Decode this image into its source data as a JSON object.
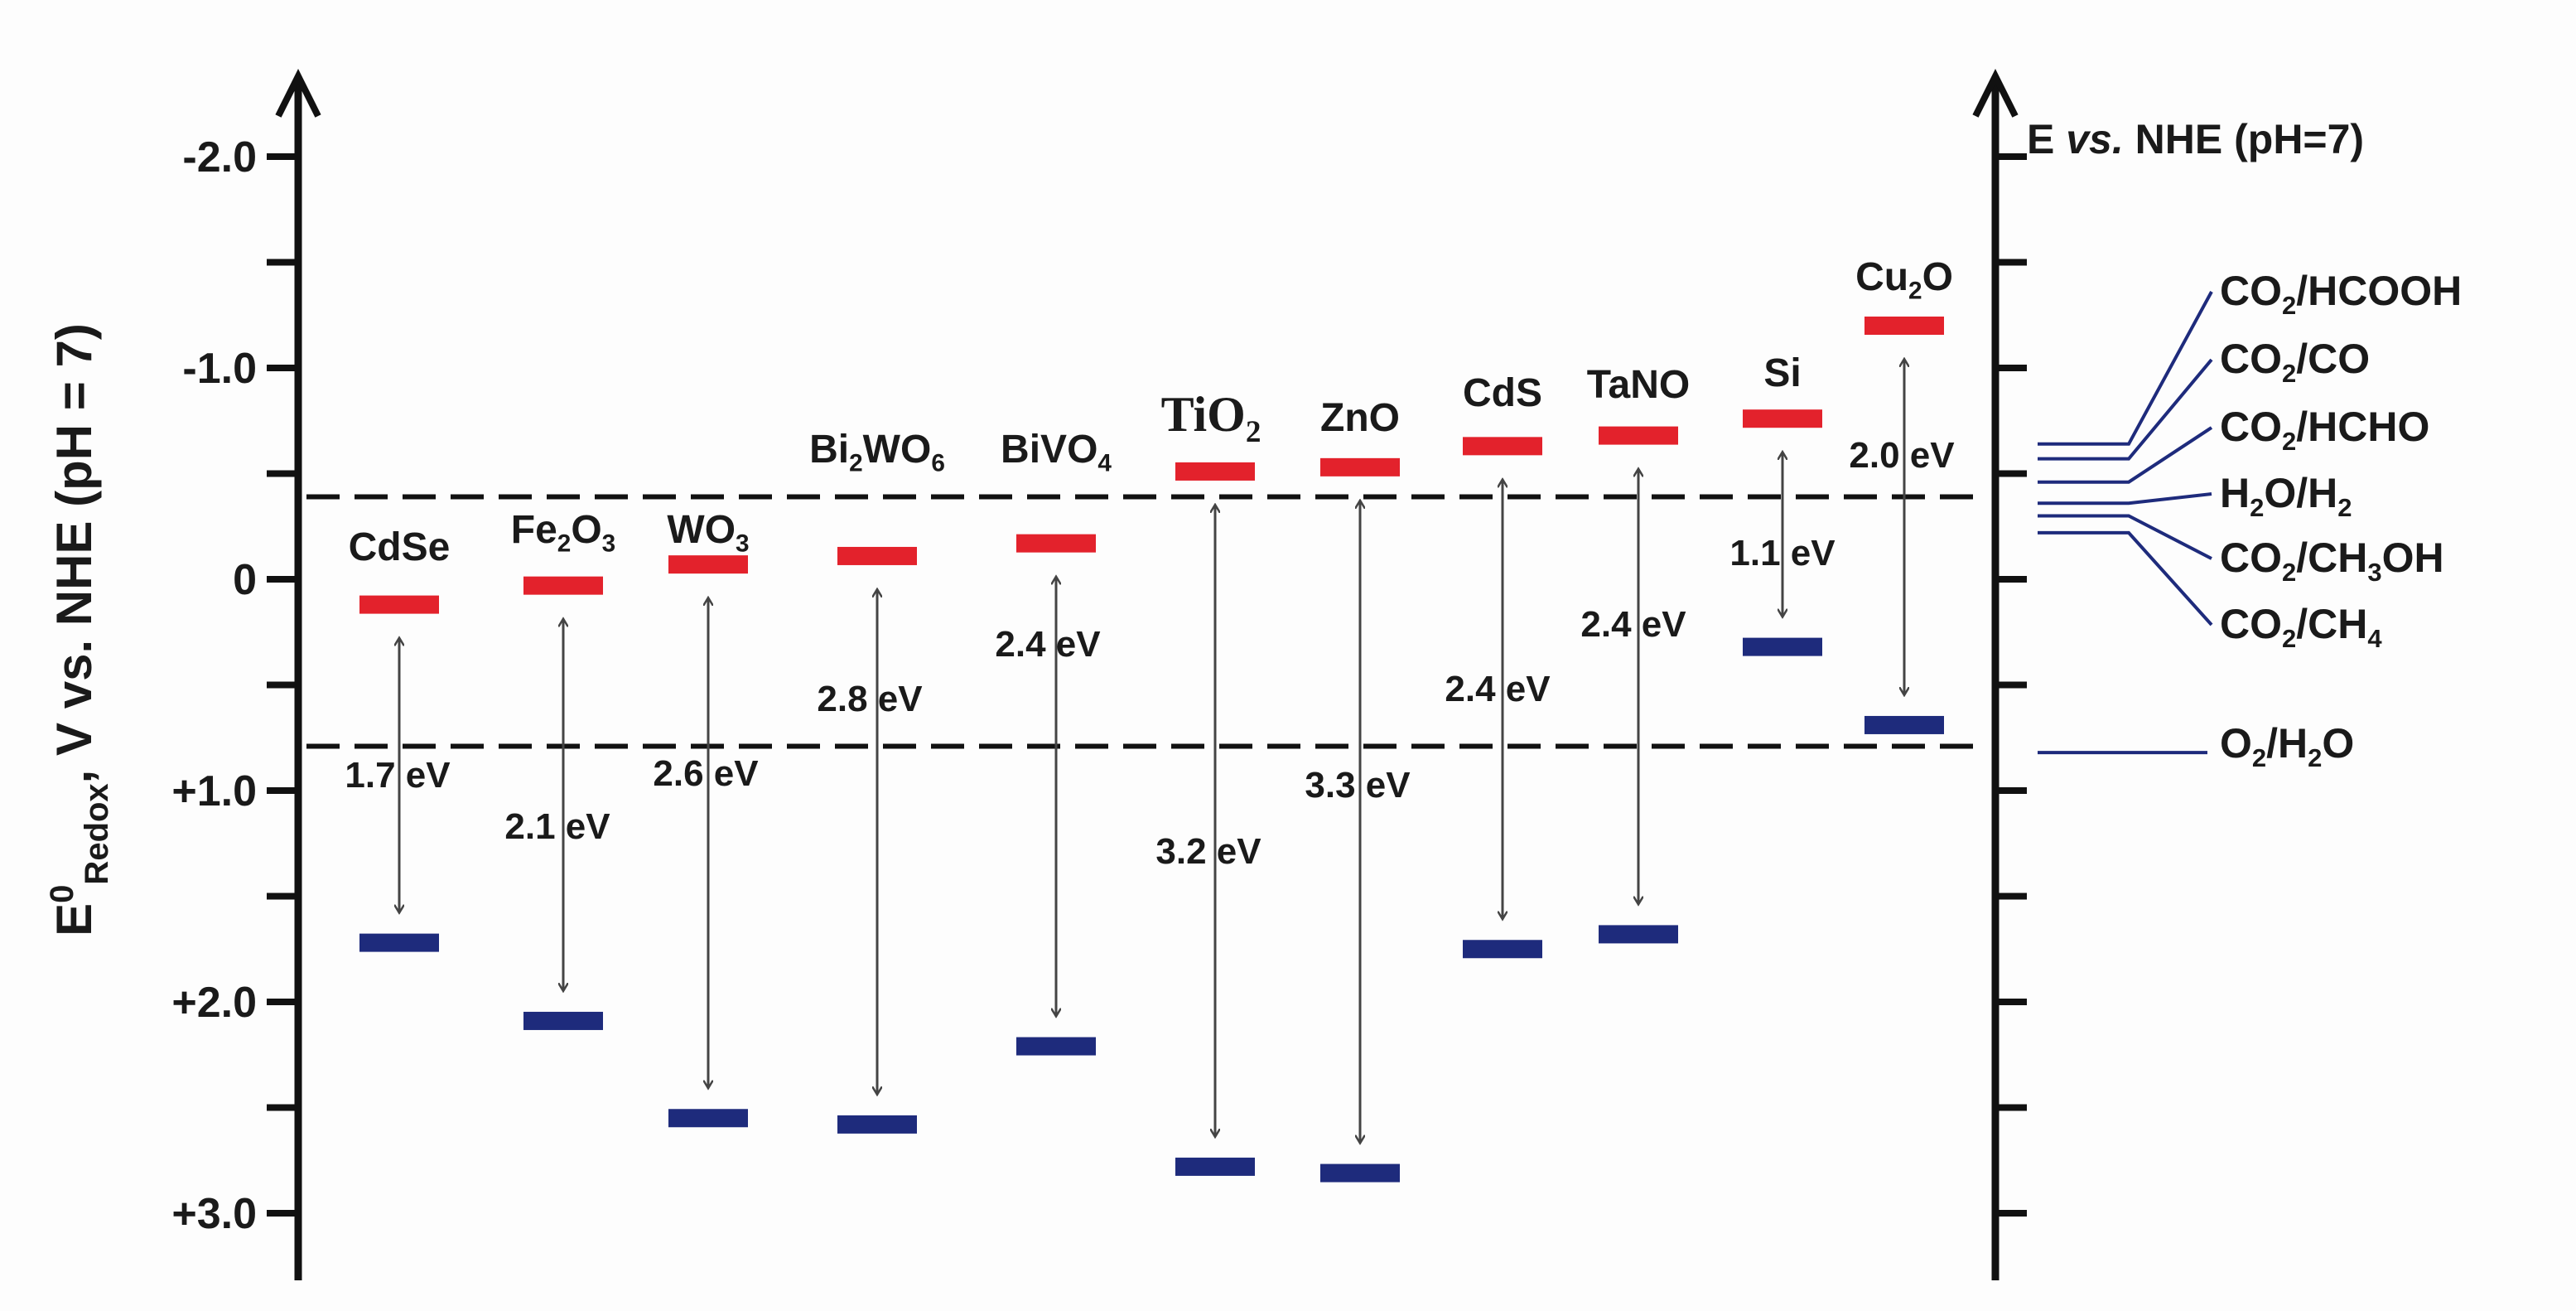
{
  "chart_data": {
    "type": "band-diagram",
    "ylabel": "E0Redox, V vs. NHE (pH = 7)",
    "ylabel_parts": {
      "main": "E",
      "sup": "0",
      "sub": "Redox",
      "rest": ", V vs. NHE (pH = 7)"
    },
    "right_axis_title": "E vs. NHE (pH=7)",
    "ylim": [
      -2.4,
      3.4
    ],
    "y_inverted": true,
    "yticks": [
      {
        "value": -2.0,
        "label": "-2.0"
      },
      {
        "value": -1.0,
        "label": "-1.0"
      },
      {
        "value": 0,
        "label": "0"
      },
      {
        "value": 1.0,
        "label": "+1.0"
      },
      {
        "value": 2.0,
        "label": "+2.0"
      },
      {
        "value": 3.0,
        "label": "+3.0"
      }
    ],
    "minor_tick_step": 0.5,
    "colors": {
      "conduction_band": "#e3222c",
      "valence_band": "#1e2b7c",
      "axis": "#111111",
      "highlight_label": "#9b1c1c",
      "redox_lines": "#1e2b7c"
    },
    "reference_lines": [
      {
        "name": "H2O/H2",
        "value": -0.39,
        "style": "dashed"
      },
      {
        "name": "O2/H2O",
        "value": 0.79,
        "style": "dashed"
      }
    ],
    "materials": [
      {
        "name": "CdSe",
        "cb": 0.12,
        "vb": 1.72,
        "gap_label": "1.7 eV"
      },
      {
        "name": "Fe2O3",
        "cb": 0.03,
        "vb": 2.09,
        "gap_label": "2.1 eV"
      },
      {
        "name": "WO3",
        "cb": -0.07,
        "vb": 2.55,
        "gap_label": "2.6 eV"
      },
      {
        "name": "Bi2WO6",
        "cb": -0.11,
        "vb": 2.58,
        "gap_label": "2.8 eV"
      },
      {
        "name": "BiVO4",
        "cb": -0.17,
        "vb": 2.21,
        "gap_label": "2.4 eV"
      },
      {
        "name": "TiO2",
        "cb": -0.51,
        "vb": 2.78,
        "gap_label": "3.2 eV",
        "highlight": true
      },
      {
        "name": "ZnO",
        "cb": -0.53,
        "vb": 2.81,
        "gap_label": "3.3 eV"
      },
      {
        "name": "CdS",
        "cb": -0.63,
        "vb": 1.75,
        "gap_label": "2.4 eV"
      },
      {
        "name": "TaNO",
        "cb": -0.68,
        "vb": 1.68,
        "gap_label": "2.4 eV"
      },
      {
        "name": "Si",
        "cb": -0.76,
        "vb": 0.32,
        "gap_label": "1.1 eV"
      },
      {
        "name": "Cu2O",
        "cb": -1.2,
        "vb": 0.69,
        "gap_label": "2.0 eV"
      }
    ],
    "redox_couples": [
      {
        "name": "CO2/HCOOH",
        "value": -0.64
      },
      {
        "name": "CO2/CO",
        "value": -0.57
      },
      {
        "name": "CO2/HCHO",
        "value": -0.46
      },
      {
        "name": "H2O/H2",
        "value": -0.36
      },
      {
        "name": "CO2/CH3OH",
        "value": -0.3
      },
      {
        "name": "CO2/CH4",
        "value": -0.22
      },
      {
        "name": "O2/H2O",
        "value": 0.82
      }
    ]
  }
}
